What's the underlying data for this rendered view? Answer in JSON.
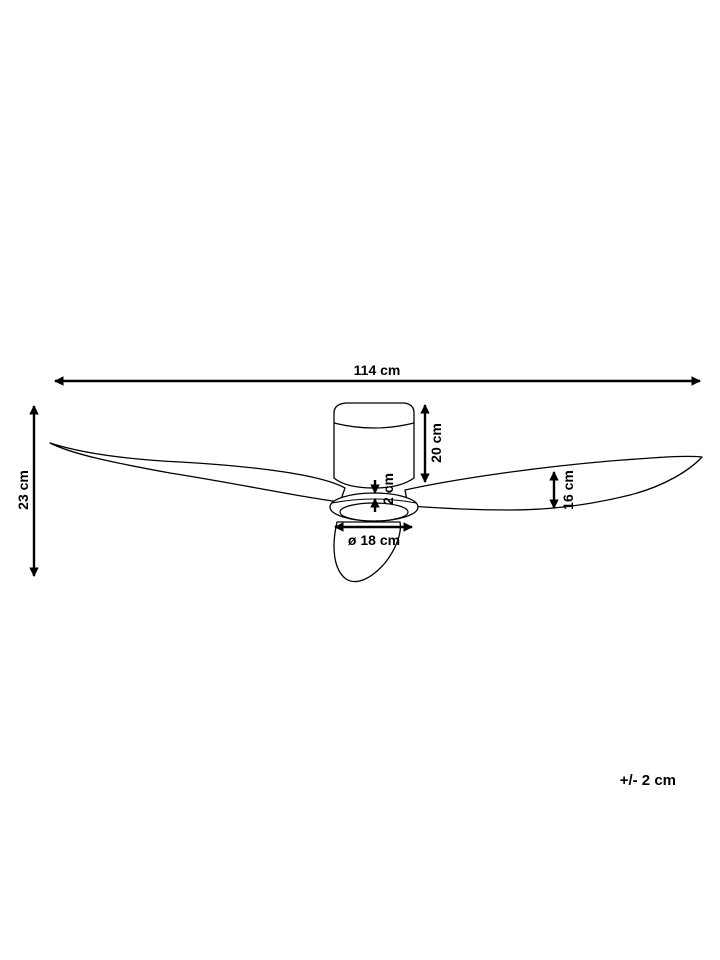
{
  "product_drawing": {
    "name": "ceiling-fan-dimensions",
    "dimensions": {
      "total_width": "114 cm",
      "total_height": "23 cm",
      "motor_height": "20 cm",
      "blade_height": "16 cm",
      "light_thickness": "2 cm",
      "light_diameter": "ø 18 cm"
    },
    "tolerance": "+/- 2 cm"
  }
}
